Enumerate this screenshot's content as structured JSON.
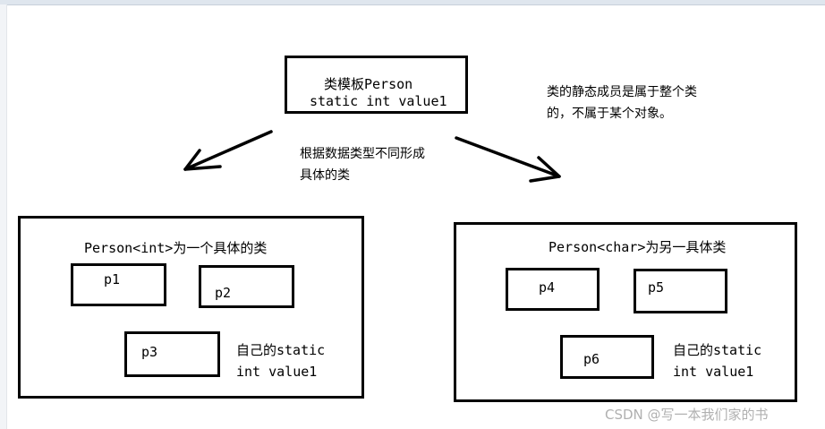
{
  "template_box": {
    "line1": "类模板Person",
    "line2": "static int value1"
  },
  "static_note": {
    "line1": "类的静态成员是属于整个类",
    "line2": "的，不属于某个对象。"
  },
  "type_note": {
    "line1": "根据数据类型不同形成",
    "line2": "具体的类"
  },
  "left_class": {
    "title": "Person<int>为一个具体的类",
    "objects": [
      "p1",
      "p2",
      "p3"
    ],
    "own_static_line1": "自己的static",
    "own_static_line2": "int value1"
  },
  "right_class": {
    "title": "Person<char>为另一具体类",
    "objects": [
      "p4",
      "p5",
      "p6"
    ],
    "own_static_line1": "自己的static",
    "own_static_line2": "int value1"
  },
  "watermark": "CSDN @写一本我们家的书"
}
